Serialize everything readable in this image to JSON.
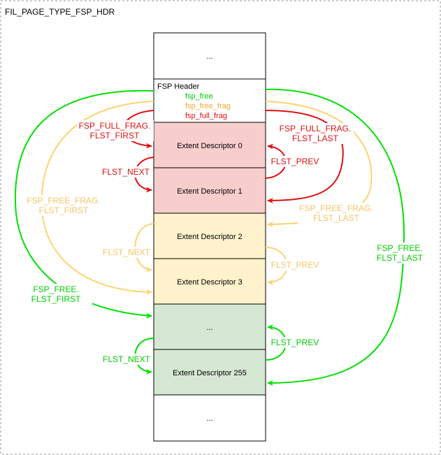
{
  "frame": {
    "title": "FIL_PAGE_TYPE_FSP_HDR"
  },
  "page": {
    "top_ellipsis": "...",
    "header": {
      "title": "FSP Header",
      "fields": [
        {
          "label": "fsp_free",
          "color": "#00cc00"
        },
        {
          "label": "fsp_free_frag",
          "color": "#f0a830"
        },
        {
          "label": "fsp_full_frag",
          "color": "#e01010"
        }
      ]
    },
    "rows": [
      {
        "label": "Extent Descriptor 0",
        "fill": "#f8cecc"
      },
      {
        "label": "Extent Descriptor 1",
        "fill": "#f8cecc"
      },
      {
        "label": "Extent Descriptor 2",
        "fill": "#fff2cc"
      },
      {
        "label": "Extent Descriptor 3",
        "fill": "#fff2cc"
      },
      {
        "label": "...",
        "fill": "#d5e8d4"
      },
      {
        "label": "Extent Descriptor 255",
        "fill": "#d5e8d4"
      }
    ],
    "bottom_ellipsis": "..."
  },
  "lists": {
    "full_frag": {
      "color": "#e01010",
      "first_label": [
        "FSP_FULL_FRAG.",
        "FLST_FIRST"
      ],
      "last_label": [
        "FSP_FULL_FRAG.",
        "FLST_LAST"
      ],
      "next_label": "FLST_NEXT",
      "prev_label": "FLST_PREV"
    },
    "free_frag": {
      "color": "#ffd270",
      "label_color": "#f5c566",
      "first_label": [
        "FSP_FREE_FRAG.",
        "FLST_FIRST"
      ],
      "last_label": [
        "FSP_FREE_FRAG.",
        "FLST_LAST"
      ],
      "next_label": "FLST_NEXT",
      "prev_label": "FLST_PREV"
    },
    "free": {
      "color": "#00e000",
      "label_color": "#00cc00",
      "first_label": [
        "FSP_FREE.",
        "FLST_FIRST"
      ],
      "last_label": [
        "FSP_FREE.",
        "FLST_LAST"
      ],
      "next_label": "FLST_NEXT",
      "prev_label": "FLST_PREV"
    }
  },
  "colors": {
    "border": "#000000",
    "frame_border": "#999999"
  }
}
